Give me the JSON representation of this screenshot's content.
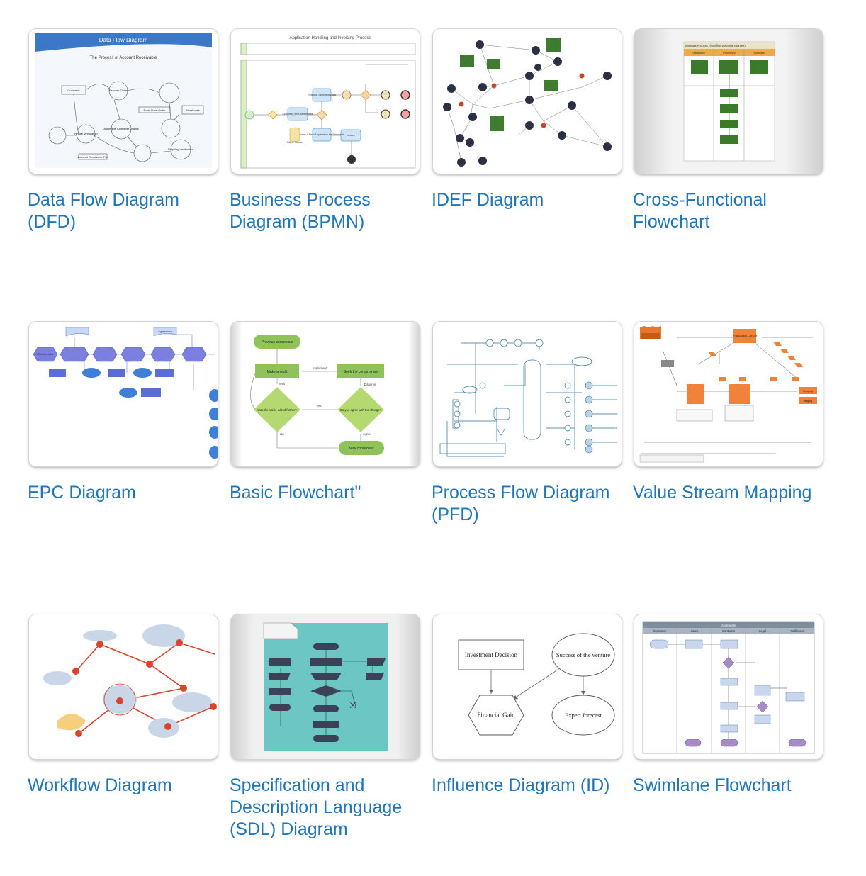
{
  "cards": [
    {
      "title": "Data Flow Diagram (DFD)",
      "thumb": {
        "header": "Data Flow Diagram",
        "subtitle": "The Process of Account Receivable",
        "nodes": [
          "Customer",
          "Process Order",
          "Book Store Order",
          "Warehouse",
          "Assemble Customer Orders",
          "Invoice Verification",
          "Account Receivable File",
          "Shipping Verification"
        ]
      }
    },
    {
      "title": "Business Process Diagram (BPMN)",
      "thumb": {
        "header": "Application Handling and Invoicing Process",
        "nodes": [
          "Checking for Correctness",
          "Request Specified Data",
          "Form a New Application for Shipment",
          "Invoice",
          "Bill of Goods"
        ]
      }
    },
    {
      "title": "IDEF Diagram",
      "thumb": {}
    },
    {
      "title": "Cross-Functional Flowchart",
      "thumb": {
        "header": "Interrupt Process (from five potential sources)",
        "columns": [
          "Hardware",
          "Processor",
          "Software"
        ]
      }
    },
    {
      "title": "EPC Diagram",
      "thumb": {
        "nodes": [
          "Client's order",
          "Agreement"
        ]
      }
    },
    {
      "title": "Basic Flowchart\"",
      "thumb": {
        "nodes": [
          "Previous consensus",
          "Make an edit",
          "Seek the compromise",
          "Was the article edited further?",
          "Do you agree with the change?",
          "New consensus"
        ],
        "labels": [
          "Implement",
          "Wait",
          "Disagree",
          "Yes",
          "No",
          "Agree"
        ]
      }
    },
    {
      "title": "Process Flow Diagram (PFD)",
      "thumb": {}
    },
    {
      "title": "Value Stream Mapping",
      "thumb": {
        "nodes": [
          "Production Control",
          "Shipping",
          "Staging"
        ]
      }
    },
    {
      "title": "Workflow Diagram",
      "thumb": {}
    },
    {
      "title": "Specification and Description Language (SDL) Diagram",
      "thumb": {}
    },
    {
      "title": "Influence Diagram (ID)",
      "thumb": {
        "nodes": [
          "Investment Decision",
          "Success of the venture",
          "Financial Gain",
          "Expert forecast"
        ]
      }
    },
    {
      "title": "Swimlane Flowchart",
      "thumb": {
        "header": "Approvals",
        "lanes": [
          "Customer",
          "Sales",
          "Contracts",
          "Legal",
          "Fulfillment"
        ]
      }
    }
  ]
}
